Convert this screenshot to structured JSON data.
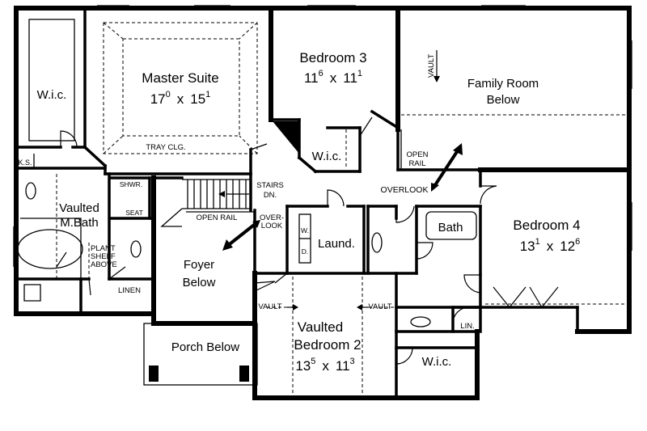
{
  "rooms": {
    "wic_master": {
      "name": "W.i.c."
    },
    "master_suite": {
      "name": "Master Suite",
      "dim_a": "17",
      "dim_a_sup": "0",
      "dim_x": "x",
      "dim_b": "15",
      "dim_b_sup": "1",
      "ceiling": "TRAY CLG."
    },
    "bedroom3": {
      "name": "Bedroom 3",
      "dim_a": "11",
      "dim_a_sup": "6",
      "dim_x": "x",
      "dim_b": "11",
      "dim_b_sup": "1"
    },
    "wic_bedroom3": {
      "name": "W.i.c."
    },
    "family_room": {
      "line1": "Family Room",
      "line2": "Below",
      "vault": "VAULT"
    },
    "ks": {
      "name": "K.S."
    },
    "master_bath": {
      "line1": "Vaulted",
      "line2": "M.Bath",
      "shower": "SHWR.",
      "seat": "SEAT",
      "plant_shelf": [
        "PLANT",
        "SHELF",
        "ABOVE"
      ],
      "linen": "LINEN"
    },
    "stairs": {
      "line1": "STAIRS",
      "line2": "DN.",
      "open_rail": "OPEN RAIL"
    },
    "overlook_left": {
      "line1": "OVER-",
      "line2": "LOOK"
    },
    "overlook_right": {
      "text": "OVERLOOK",
      "open_rail_1": "OPEN",
      "open_rail_2": "RAIL"
    },
    "foyer": {
      "line1": "Foyer",
      "line2": "Below"
    },
    "laundry": {
      "name": "Laund.",
      "washer": "W.",
      "dryer": "D."
    },
    "bath": {
      "name": "Bath"
    },
    "bedroom4": {
      "name": "Bedroom 4",
      "dim_a": "13",
      "dim_a_sup": "1",
      "dim_x": "x",
      "dim_b": "12",
      "dim_b_sup": "6"
    },
    "linen_right": {
      "name": "LIN."
    },
    "bedroom2": {
      "line1": "Vaulted",
      "line2": "Bedroom 2",
      "dim_a": "13",
      "dim_a_sup": "5",
      "dim_x": "x",
      "dim_b": "11",
      "dim_b_sup": "3",
      "vault_left": "VAULT",
      "vault_right": "VAULT"
    },
    "wic_bedroom2": {
      "name": "W.i.c."
    },
    "porch": {
      "name": "Porch Below"
    }
  }
}
